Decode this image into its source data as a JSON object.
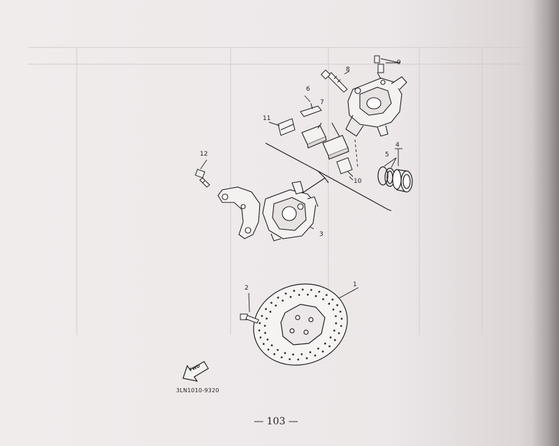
{
  "diagram": {
    "callouts": [
      "1",
      "2",
      "3",
      "4",
      "5",
      "6",
      "7",
      "8",
      "9",
      "10",
      "11",
      "12"
    ],
    "direction_label": "FWD",
    "drawing_code": "3LN1010-9320",
    "page_number": "— 103 —"
  },
  "colors": {
    "paper": "#ece7e8",
    "ink": "#222222",
    "ghost_text": "#c9c2c3"
  }
}
